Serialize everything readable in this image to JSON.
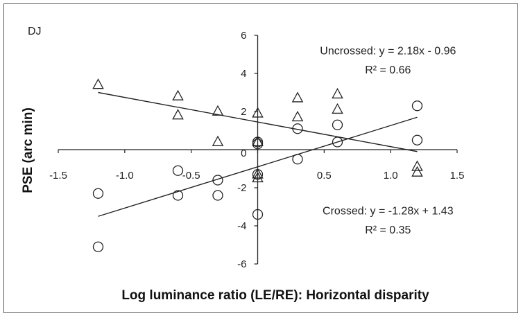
{
  "chart_data": {
    "type": "scatter",
    "panel_label": "DJ",
    "xlabel": "Log luminance ratio (LE/RE): Horizontal disparity",
    "ylabel": "PSE (arc min)",
    "xlim": [
      -1.5,
      1.5
    ],
    "ylim": [
      -6,
      6
    ],
    "x_ticks": [
      -1.5,
      -1.0,
      -0.5,
      0,
      0.5,
      1.0,
      1.5
    ],
    "x_tick_labels": [
      "-1.5",
      "-1.0",
      "-0.5",
      "",
      "0.5",
      "1.0",
      "1.5"
    ],
    "y_ticks": [
      -6,
      -4,
      -2,
      0,
      2,
      4,
      6
    ],
    "y_tick_labels": [
      "-6",
      "-4",
      "-2",
      "0",
      "2",
      "4",
      "6"
    ],
    "grid": false,
    "series": [
      {
        "marker": "triangle",
        "points": [
          [
            -1.2,
            3.4
          ],
          [
            -0.6,
            2.8
          ],
          [
            -0.6,
            1.8
          ],
          [
            -0.3,
            2.0
          ],
          [
            -0.3,
            0.4
          ],
          [
            0.0,
            1.9
          ],
          [
            0.0,
            0.4
          ],
          [
            0.0,
            -1.3
          ],
          [
            0.0,
            -1.5
          ],
          [
            0.3,
            2.7
          ],
          [
            0.3,
            1.7
          ],
          [
            0.6,
            2.9
          ],
          [
            0.6,
            2.1
          ],
          [
            1.2,
            -0.9
          ],
          [
            1.2,
            -1.2
          ]
        ],
        "fit": {
          "x": [
            -1.2,
            1.2
          ],
          "y": [
            3.0,
            -0.1
          ]
        }
      },
      {
        "marker": "circle",
        "points": [
          [
            -1.2,
            -2.3
          ],
          [
            -1.2,
            -5.1
          ],
          [
            -0.6,
            -1.1
          ],
          [
            -0.6,
            -2.4
          ],
          [
            -0.3,
            -1.6
          ],
          [
            -0.3,
            -2.4
          ],
          [
            0.0,
            0.4
          ],
          [
            0.0,
            0.3
          ],
          [
            0.0,
            -1.3
          ],
          [
            0.0,
            -3.4
          ],
          [
            0.3,
            1.1
          ],
          [
            0.3,
            -0.5
          ],
          [
            0.6,
            1.3
          ],
          [
            0.6,
            0.4
          ],
          [
            1.2,
            2.3
          ],
          [
            1.2,
            0.5
          ]
        ],
        "fit": {
          "x": [
            -1.2,
            1.2
          ],
          "y": [
            -3.5,
            1.7
          ]
        }
      }
    ],
    "annotations": [
      {
        "text": "Uncrossed: y = 2.18x - 0.96",
        "data_x": 0.98,
        "data_y": 5.0
      },
      {
        "text": "R² = 0.66",
        "data_x": 0.98,
        "data_y": 4.0
      },
      {
        "text": "Crossed: y = -1.28x + 1.43",
        "data_x": 0.98,
        "data_y": -3.4
      },
      {
        "text": "R² = 0.35",
        "data_x": 0.98,
        "data_y": -4.4
      }
    ]
  }
}
